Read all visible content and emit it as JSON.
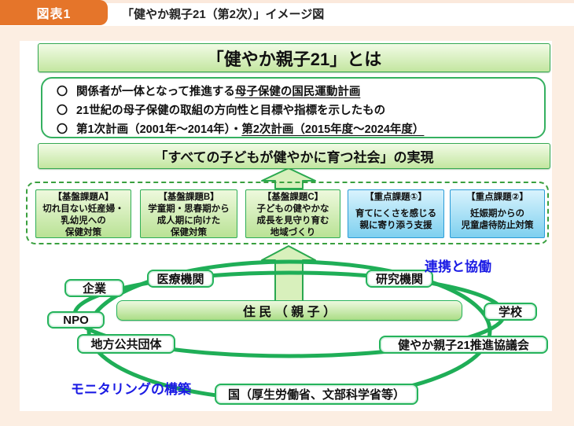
{
  "header": {
    "figure_label": "図表1",
    "title": "「健やか親子21（第2次）」イメージ図"
  },
  "diagram": {
    "title_box": "「健やか親子21」とは",
    "bullet_marker": "〇",
    "bullets": [
      {
        "pre": "関係者が一体となって推進する",
        "underlined": "母子保健の国民運動計画"
      },
      {
        "pre": "21世紀の母子保健の取組の方向性と目標や指標を示したもの",
        "underlined": ""
      },
      {
        "pre": "第1次計画（2001年～2014年）・",
        "underlined": "第2次計画（2015年度～2024年度）"
      }
    ],
    "realization_box": "「すべての子どもが健やかに育つ社会」の実現",
    "tasks": [
      {
        "title": "【基盤課題A】",
        "lines": [
          "切れ目ない妊産婦・",
          "乳幼児への",
          "保健対策"
        ]
      },
      {
        "title": "【基盤課題B】",
        "lines": [
          "学童期・思春期から",
          "成人期に向けた",
          "保健対策"
        ]
      },
      {
        "title": "【基盤課題C】",
        "lines": [
          "子どもの健やかな",
          "成長を見守り育む",
          "地域づくり"
        ]
      },
      {
        "title": "【重点課題①】",
        "lines": [
          "育てにくさを感じる",
          "親に寄り添う支援"
        ]
      },
      {
        "title": "【重点課題②】",
        "lines": [
          "妊娠期からの",
          "児童虐待防止対策"
        ]
      }
    ],
    "network": {
      "center": "住 民 （ 親 子 ）",
      "nodes": {
        "kigyo": "企業",
        "iryo": "医療機関",
        "kenkyu": "研究機関",
        "npo": "NPO",
        "gakko": "学校",
        "chiho": "地方公共団体",
        "kyogikai": "健やか親子21推進協議会",
        "kuni": "国（厚生労働省、文部科学省等）"
      },
      "label_top_right": "連携と協働",
      "label_bottom_left": "モニタリングの構築"
    },
    "colors": {
      "accent_orange": "#e5752a",
      "page_peach": "#fceee2",
      "green_border": "#2bb05a",
      "ellipse_green": "#1fae57",
      "blue_label": "#1b1be4",
      "blue_box_border": "#2b9cd8"
    }
  }
}
